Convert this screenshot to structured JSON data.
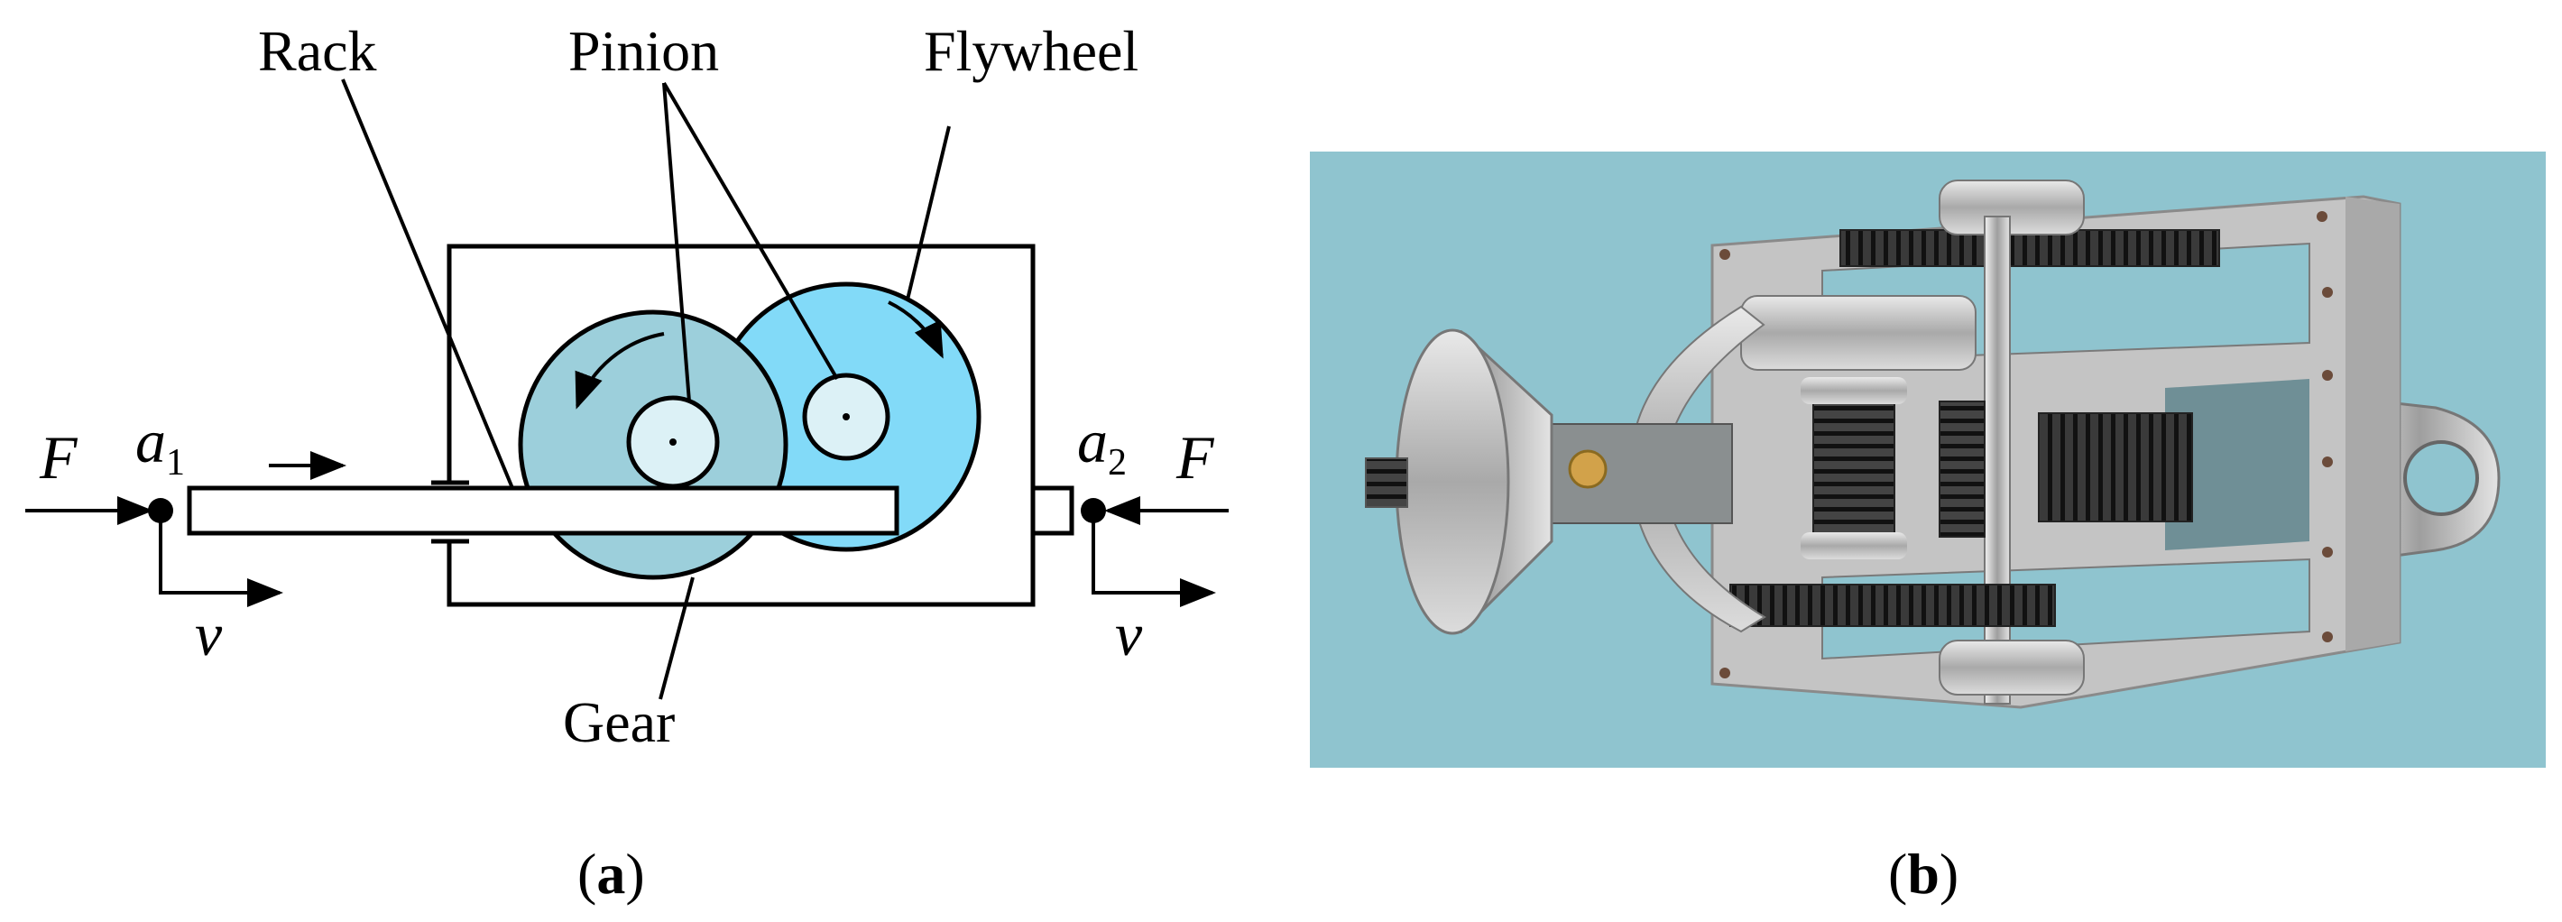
{
  "panel_a": {
    "labels": {
      "rack": "Rack",
      "pinion": "Pinion",
      "flywheel": "Flywheel",
      "gear": "Gear"
    },
    "symbols": {
      "force_left": "F",
      "force_right": "F",
      "accel_left_base": "a",
      "accel_left_sub": "1",
      "accel_right_base": "a",
      "accel_right_sub": "2",
      "velocity_left": "v",
      "velocity_right": "v"
    },
    "caption": {
      "open": "(",
      "letter": "a",
      "close": ")"
    },
    "colors": {
      "gear_fill": "#9ccfdb",
      "flywheel_fill": "#82daf8",
      "pinion_fill": "#dcf1f6",
      "line": "#000000"
    }
  },
  "panel_b": {
    "caption": {
      "open": "(",
      "letter": "b",
      "close": ")"
    },
    "colors": {
      "background": "#8fc4cf",
      "metal": "#c9c9c9",
      "gear_teeth": "#2b2b2b"
    }
  }
}
